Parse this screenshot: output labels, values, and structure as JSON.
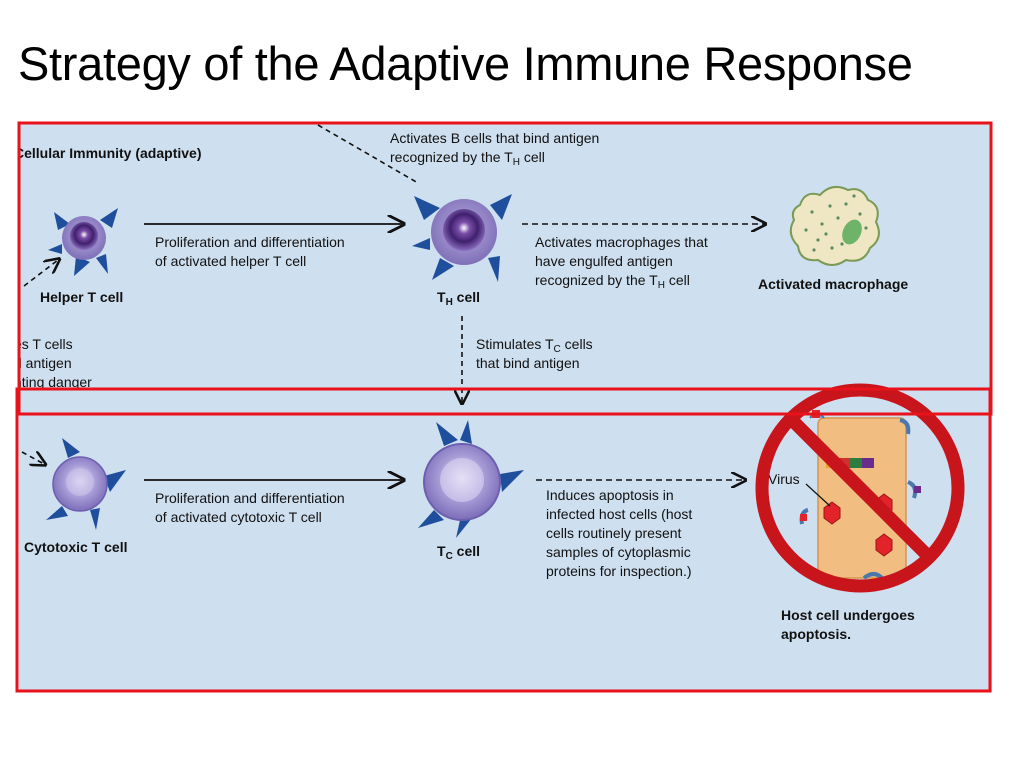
{
  "slide": {
    "title": "Strategy of the Adaptive Immune Response"
  },
  "diagram": {
    "section_title": "Cellular Immunity (adaptive)",
    "partial_left_text": [
      "es T cells",
      "d antigen",
      "nting danger"
    ],
    "helper_cell": "Helper T cell",
    "th_cell": {
      "main": "T",
      "sub": "H",
      "suffix": " cell"
    },
    "top_note": {
      "line1": "Activates B cells that bind antigen",
      "line2_main": "recognized by the T",
      "line2_sub": "H",
      "line2_suffix": " cell"
    },
    "helper_arrow_label": [
      "Proliferation and differentiation",
      "of activated helper T cell"
    ],
    "macrophage_arrow_label": {
      "line1": "Activates macrophages that",
      "line2": "have engulfed antigen",
      "line3_main": "recognized by the T",
      "line3_sub": "H",
      "line3_suffix": " cell"
    },
    "activated_macrophage": "Activated macrophage",
    "stimulates_label": {
      "line1_main": "Stimulates T",
      "line1_sub": "C",
      "line1_suffix": " cells",
      "line2": "that bind antigen"
    },
    "cytotoxic_cell": "Cytotoxic T cell",
    "cytotoxic_arrow_label": [
      "Proliferation and differentiation",
      "of activated cytotoxic T cell"
    ],
    "tc_cell": {
      "main": "T",
      "sub": "C",
      "suffix": " cell"
    },
    "apoptosis_label": [
      "Induces apoptosis in",
      "infected host cells (host",
      "cells routinely present",
      "samples of cytoplasmic",
      "proteins for inspection.)"
    ],
    "virus_label": "Virus",
    "host_cell_label": [
      "Host cell undergoes",
      "apoptosis."
    ]
  },
  "colors": {
    "panel_bg": "#cedfef",
    "highlight_box": "#e8121a",
    "no_symbol": "#c8141b",
    "host_cell": "#f2bd80",
    "virus": "#e2242a",
    "cell_purple": "#8e7fbf",
    "receptor_blue": "#1f4f9c"
  }
}
